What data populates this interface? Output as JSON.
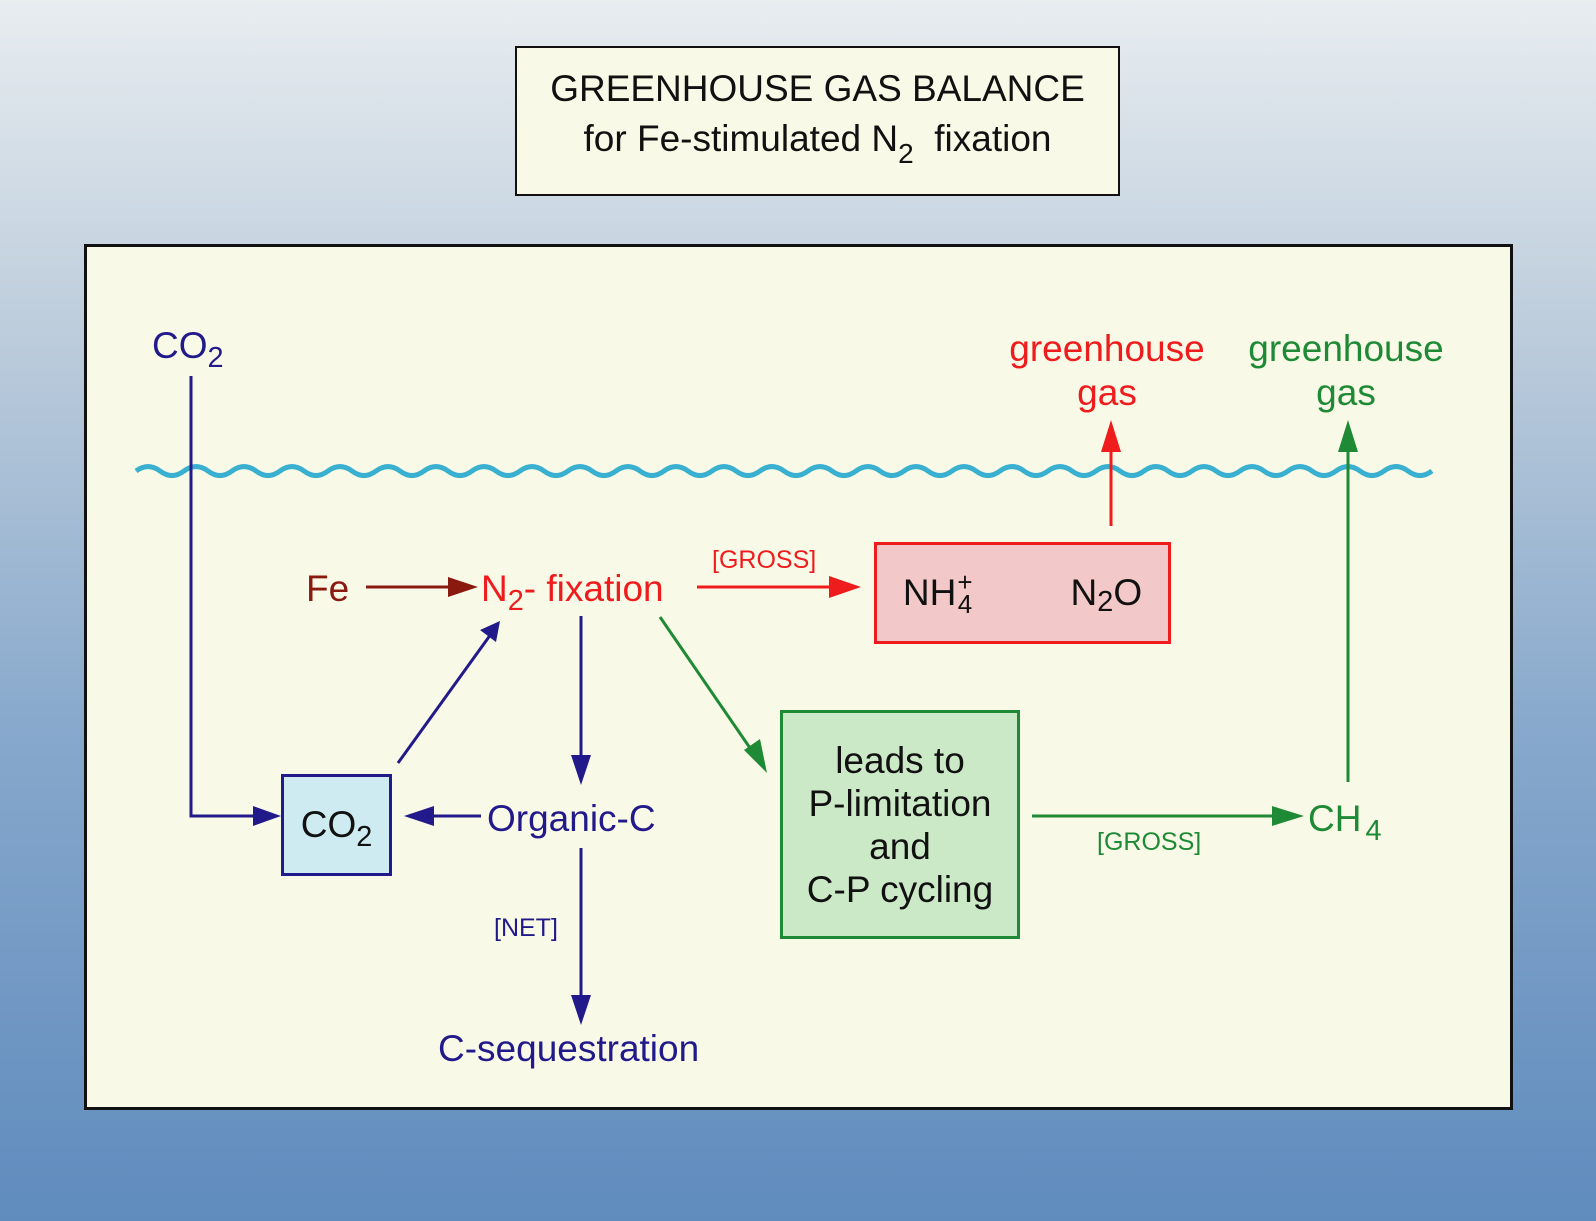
{
  "title": {
    "line1": "GREENHOUSE GAS BALANCE",
    "line2_prefix": "for Fe-stimulated N",
    "line2_sub": "2",
    "line2_suffix": "fixation"
  },
  "labels": {
    "co2_top": "CO",
    "co2_top_sub": "2",
    "ghg_red_line1": "greenhouse",
    "ghg_red_line2": "gas",
    "ghg_green_line1": "greenhouse",
    "ghg_green_line2": "gas",
    "fe": "Fe",
    "n2": "N",
    "n2_sub": "2",
    "fixation": "- fixation",
    "gross_top": "[GROSS]",
    "gross_bottom": "[GROSS]",
    "net": "[NET]",
    "organic_c": "Organic-C",
    "c_sequestration": "C-sequestration",
    "ch4": "CH",
    "ch4_sub": "4"
  },
  "boxes": {
    "nh4_box": {
      "nh": "NH",
      "nh_sup": "+",
      "nh_sub": "4",
      "n2o_n": "N",
      "n2o_sub": "2",
      "n2o_o": "O"
    },
    "co2_box": {
      "co": "CO",
      "co_sub": "2"
    },
    "p_box": {
      "line1": "leads to",
      "line2": "P-limitation",
      "line3": "and",
      "line4": "C-P cycling"
    }
  },
  "colors": {
    "navy": "#221a8a",
    "red": "#ee1c1c",
    "maroon": "#8a1a10",
    "green": "#1f8a35",
    "water": "#3ab0d0",
    "panel": "#f9f9e7"
  }
}
